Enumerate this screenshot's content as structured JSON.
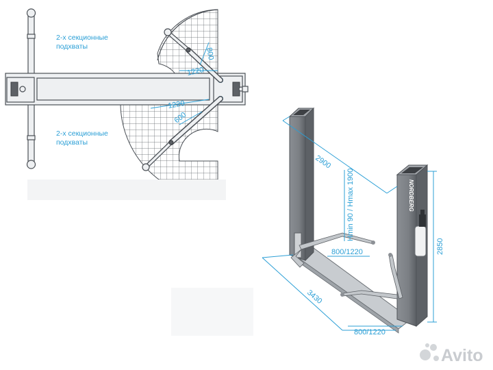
{
  "plan_view": {
    "label_top": [
      "2-х секционные",
      "подхваты"
    ],
    "label_bottom": [
      "2-х секционные",
      "подхваты"
    ],
    "dims": {
      "top_short": "800",
      "top_long": "1220",
      "bottom_long": "1220",
      "bottom_short": "600"
    }
  },
  "perspective_view": {
    "dims": {
      "width": "2900",
      "height_range": "Hmin 90 / Hmax 1900",
      "arm_front": "800/1220",
      "arm_back": "800/1220",
      "column_height": "2850",
      "base_length": "3430"
    },
    "column_brand": "NORDBERG"
  },
  "watermark": {
    "text": "Avito"
  },
  "colors": {
    "accent": "#2b9fd6",
    "column": "#7b7f84",
    "column_dark": "#5d6166"
  }
}
